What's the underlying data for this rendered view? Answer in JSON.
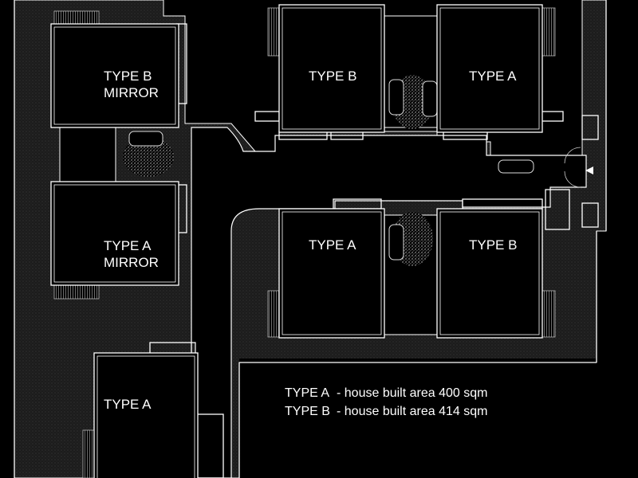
{
  "plan": {
    "houses": [
      {
        "id": "h1",
        "line1": "TYPE B",
        "line2": "MIRROR"
      },
      {
        "id": "h2",
        "line1": "TYPE B",
        "line2": ""
      },
      {
        "id": "h3",
        "line1": "TYPE A",
        "line2": ""
      },
      {
        "id": "h4",
        "line1": "TYPE A",
        "line2": "MIRROR"
      },
      {
        "id": "h5",
        "line1": "TYPE A",
        "line2": ""
      },
      {
        "id": "h6",
        "line1": "TYPE B",
        "line2": ""
      },
      {
        "id": "h7",
        "line1": "TYPE A",
        "line2": ""
      }
    ],
    "legend": [
      {
        "type": "TYPE A",
        "text": "-  house built area 400 sqm"
      },
      {
        "type": "TYPE B",
        "text": "-  house built area 414 sqm"
      }
    ],
    "colors": {
      "background": "#000000",
      "lines": "#ffffff",
      "landscape": "#2a2a2a"
    }
  }
}
